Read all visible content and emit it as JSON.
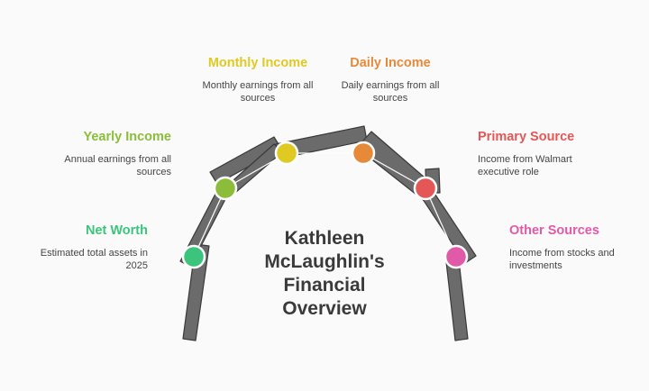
{
  "title": {
    "lines": [
      "Kathleen",
      "McLaughlin's",
      "Financial",
      "Overview"
    ]
  },
  "items": [
    {
      "key": "net_worth",
      "title": "Net Worth",
      "description": "Estimated total assets in 2025",
      "color": "#3cc47c"
    },
    {
      "key": "yearly_income",
      "title": "Yearly Income",
      "description": "Annual earnings from all sources",
      "color": "#8cbd3a"
    },
    {
      "key": "monthly_income",
      "title": "Monthly Income",
      "description": "Monthly earnings from all sources",
      "color": "#e0c923"
    },
    {
      "key": "daily_income",
      "title": "Daily Income",
      "description": "Daily earnings from all sources",
      "color": "#e68a3a"
    },
    {
      "key": "primary_source",
      "title": "Primary Source",
      "description": "Income from Walmart executive role",
      "color": "#e55656"
    },
    {
      "key": "other_sources",
      "title": "Other Sources",
      "description": "Income from stocks and investments",
      "color": "#e05aa8"
    }
  ]
}
